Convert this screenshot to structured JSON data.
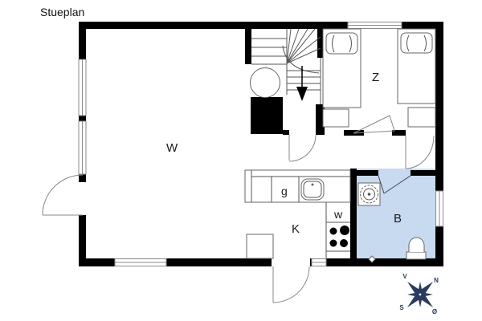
{
  "title": "Stueplan",
  "rooms": {
    "living": "W",
    "bedroom": "Z",
    "counter": "g",
    "kitchen": "K",
    "utility": "w",
    "bathroom": "B"
  },
  "compass": {
    "west": "V",
    "north": "N",
    "south": "S",
    "east": "Ø"
  },
  "colors": {
    "wall": "#000000",
    "bathroom_fill": "#c8daef",
    "compass": "#2a3b5f"
  }
}
